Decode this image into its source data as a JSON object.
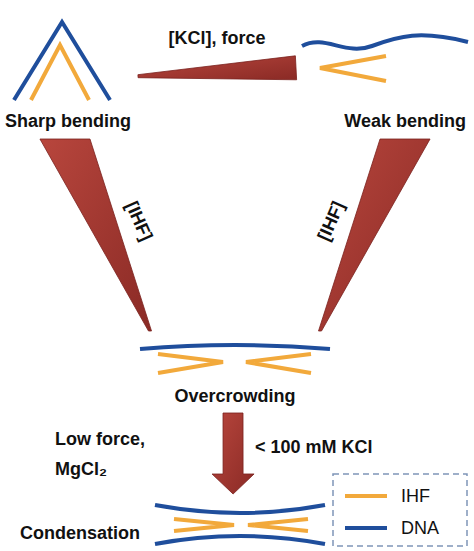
{
  "diagram": {
    "nodes": [
      {
        "text": [
          "Sharp bending"
        ]
      },
      {
        "text": [
          "Weak bending"
        ]
      },
      {
        "text": [
          "Overcrowding"
        ]
      },
      {
        "text": [
          "Condensation"
        ]
      }
    ],
    "edges": [
      {
        "from": 0,
        "to": 1,
        "arrow": "none",
        "label": "[KCl], force"
      },
      {
        "from": 0,
        "to": 2,
        "arrow": "none",
        "label": "[IHF]"
      },
      {
        "from": 1,
        "to": 2,
        "arrow": "none",
        "label": "[IHF]"
      },
      {
        "from": 2,
        "to": 3,
        "arrow": "to",
        "label": "< 100 mM KCl"
      }
    ],
    "labels": [
      "Low force, MgCl₂"
    ],
    "legend": [
      {
        "text": "IHF",
        "color": "#f2a93b"
      },
      {
        "text": "DNA",
        "color": "#1f4e9c"
      }
    ]
  }
}
